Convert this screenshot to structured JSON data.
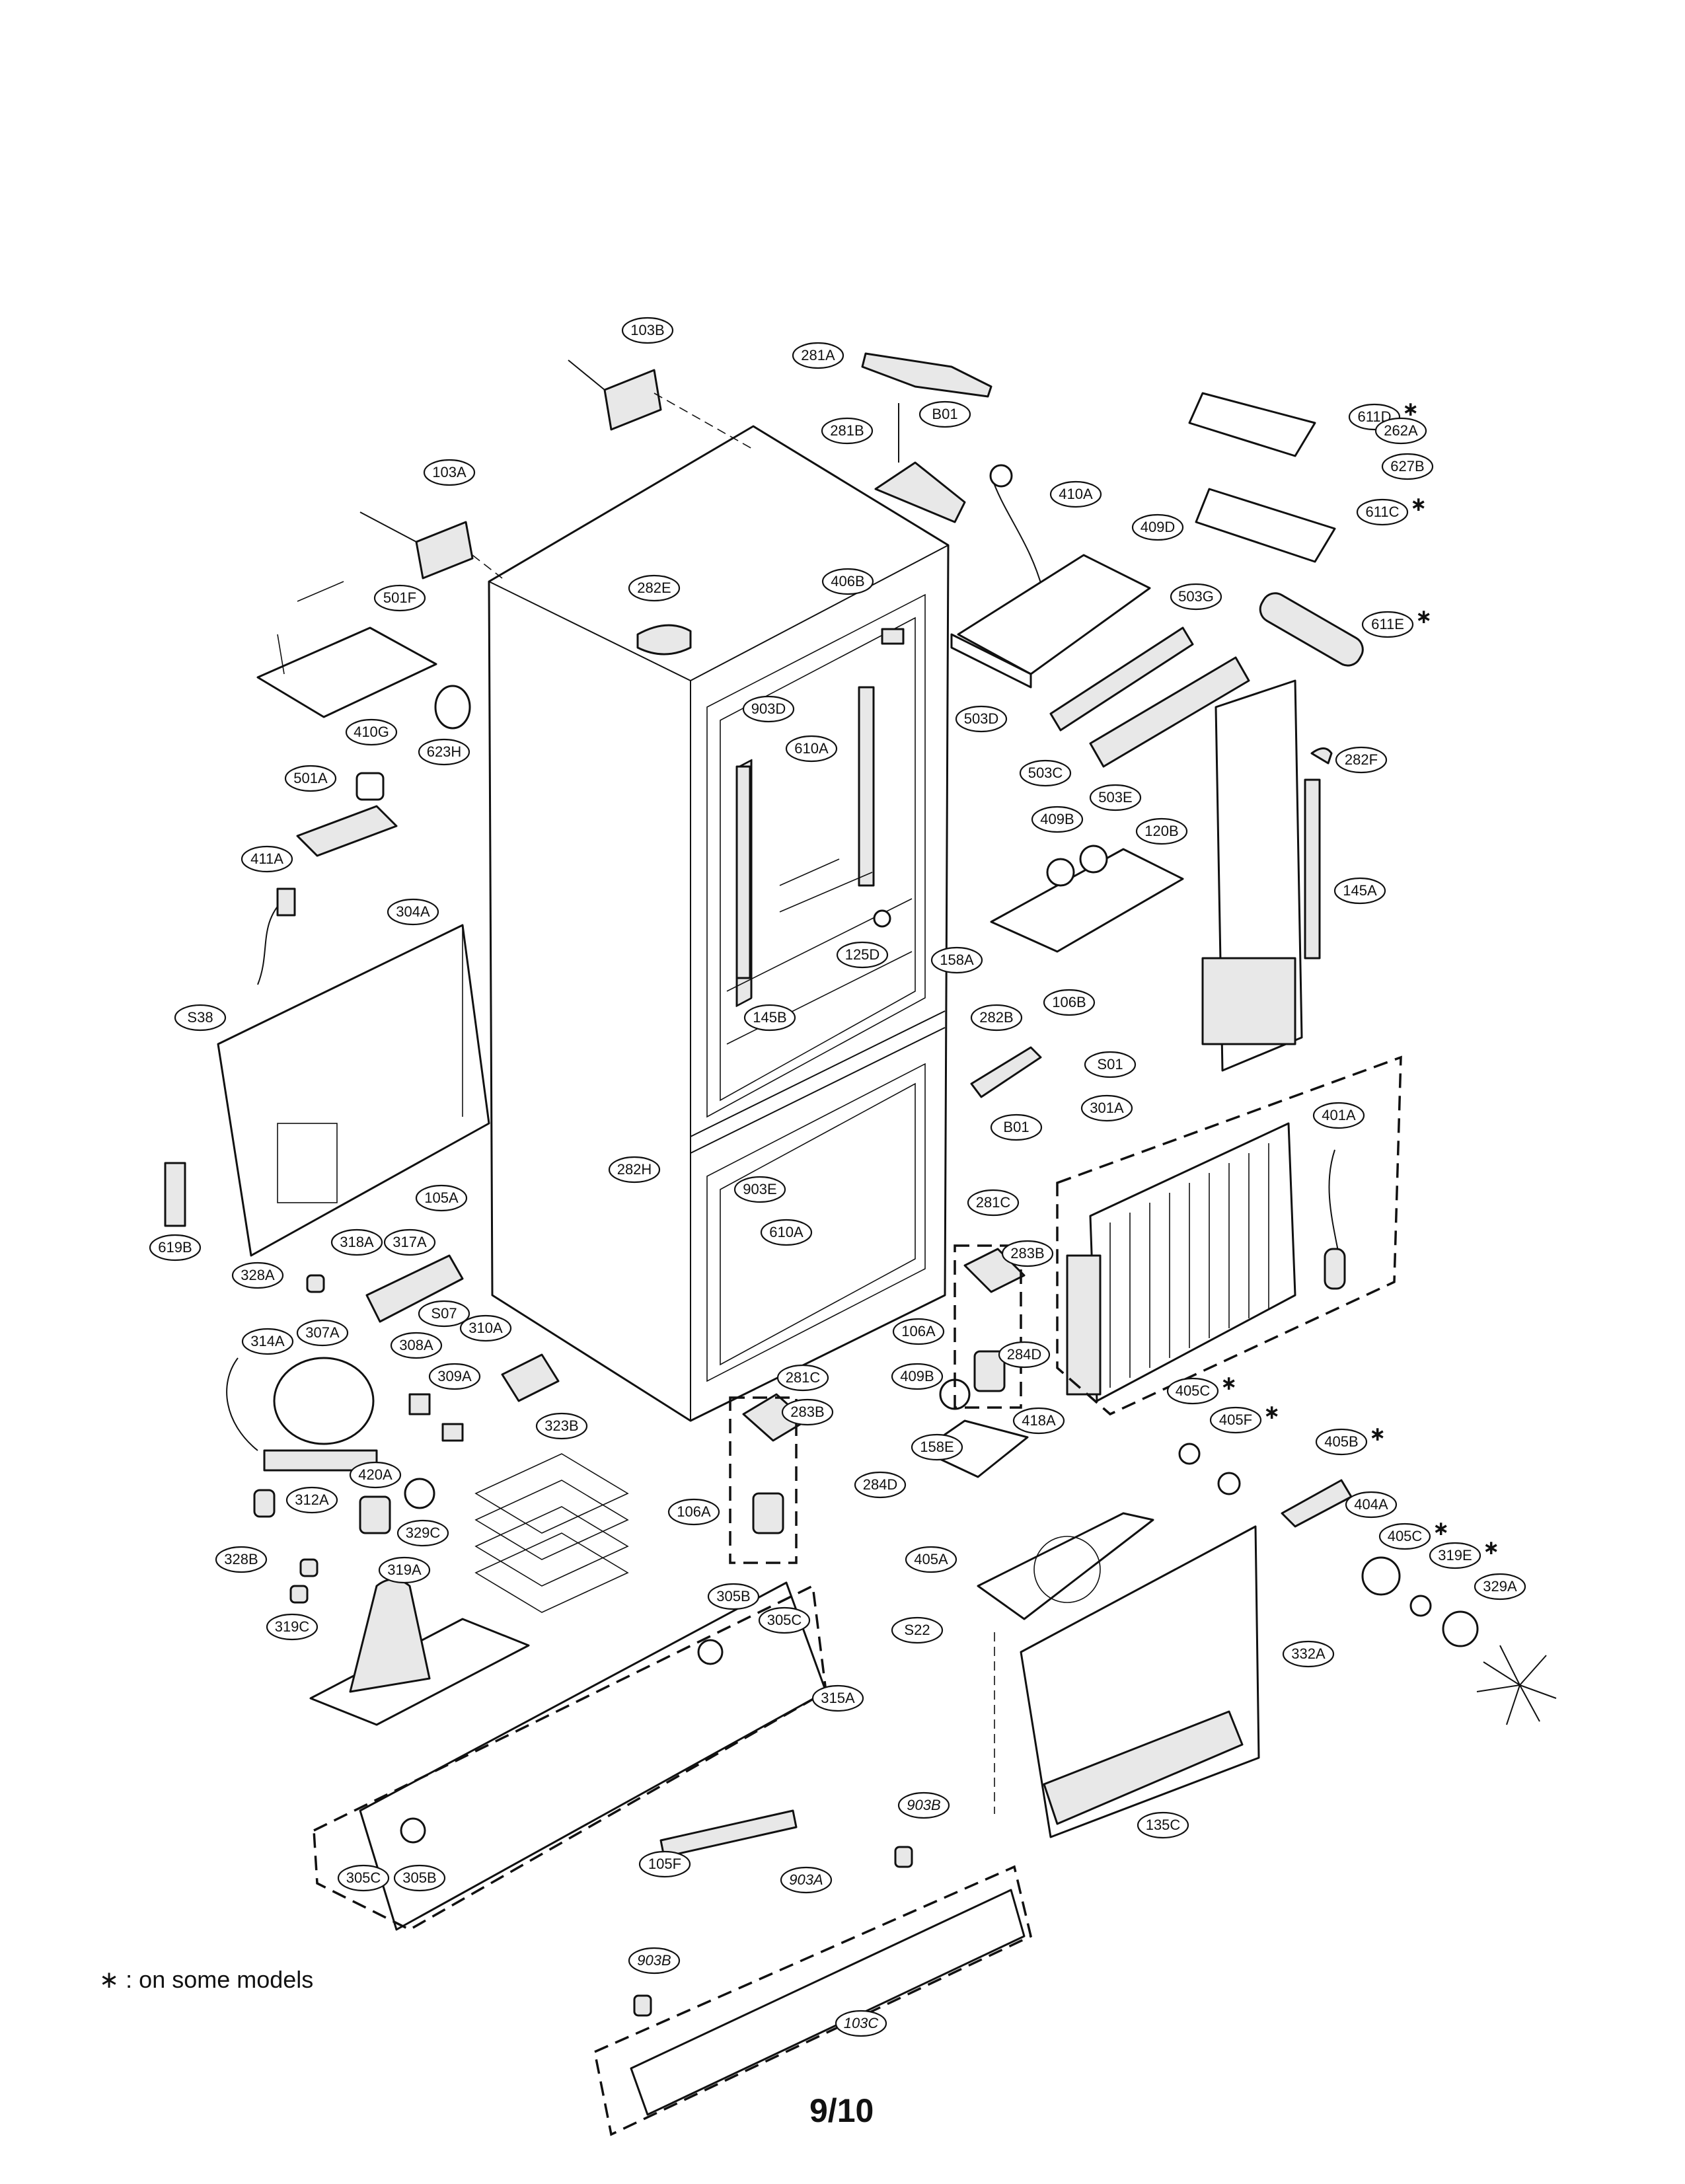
{
  "diagram": {
    "page_number": "9/10",
    "footnote": {
      "marker": "∗",
      "text": " : on some models"
    },
    "parts": [
      {
        "id": "103B"
      },
      {
        "id": "103A"
      },
      {
        "id": "501F"
      },
      {
        "id": "623H"
      },
      {
        "id": "410G"
      },
      {
        "id": "501A"
      },
      {
        "id": "411A"
      },
      {
        "id": "304A"
      },
      {
        "id": "S38"
      },
      {
        "id": "619B"
      },
      {
        "id": "282E"
      },
      {
        "id": "281A"
      },
      {
        "id": "B01"
      },
      {
        "id": "281B"
      },
      {
        "id": "410A"
      },
      {
        "id": "409D"
      },
      {
        "id": "406B"
      },
      {
        "id": "903D"
      },
      {
        "id": "610A"
      },
      {
        "id": "503G"
      },
      {
        "id": "503D"
      },
      {
        "id": "503C"
      },
      {
        "id": "503E"
      },
      {
        "id": "611D",
        "star": true
      },
      {
        "id": "262A"
      },
      {
        "id": "627B"
      },
      {
        "id": "611C",
        "star": true
      },
      {
        "id": "611E",
        "star": true
      },
      {
        "id": "282F"
      },
      {
        "id": "120B"
      },
      {
        "id": "145A"
      },
      {
        "id": "409B"
      },
      {
        "id": "158A"
      },
      {
        "id": "125D"
      },
      {
        "id": "145B"
      },
      {
        "id": "282B"
      },
      {
        "id": "106B"
      },
      {
        "id": "S01"
      },
      {
        "id": "B01"
      },
      {
        "id": "301A"
      },
      {
        "id": "401A"
      },
      {
        "id": "282H"
      },
      {
        "id": "903E"
      },
      {
        "id": "610A"
      },
      {
        "id": "105A"
      },
      {
        "id": "318A"
      },
      {
        "id": "317A"
      },
      {
        "id": "328A"
      },
      {
        "id": "S07"
      },
      {
        "id": "310A"
      },
      {
        "id": "314A"
      },
      {
        "id": "307A"
      },
      {
        "id": "308A"
      },
      {
        "id": "309A"
      },
      {
        "id": "312A"
      },
      {
        "id": "281C"
      },
      {
        "id": "283B"
      },
      {
        "id": "106A"
      },
      {
        "id": "284D"
      },
      {
        "id": "418A"
      },
      {
        "id": "409B"
      },
      {
        "id": "158E"
      },
      {
        "id": "281C"
      },
      {
        "id": "283B"
      },
      {
        "id": "284D"
      },
      {
        "id": "106A"
      },
      {
        "id": "323B"
      },
      {
        "id": "420A"
      },
      {
        "id": "329C"
      },
      {
        "id": "328B"
      },
      {
        "id": "319A"
      },
      {
        "id": "319C"
      },
      {
        "id": "305B"
      },
      {
        "id": "305C"
      },
      {
        "id": "315A"
      },
      {
        "id": "405C",
        "star": true
      },
      {
        "id": "405F",
        "star": true
      },
      {
        "id": "405B",
        "star": true
      },
      {
        "id": "404A"
      },
      {
        "id": "405C",
        "star": true
      },
      {
        "id": "319E",
        "star": true
      },
      {
        "id": "329A"
      },
      {
        "id": "405A"
      },
      {
        "id": "S22"
      },
      {
        "id": "332A"
      },
      {
        "id": "135C"
      },
      {
        "id": "105F"
      },
      {
        "id": "903B"
      },
      {
        "id": "903A"
      },
      {
        "id": "903B"
      },
      {
        "id": "103C"
      },
      {
        "id": "305C"
      },
      {
        "id": "305B"
      }
    ]
  }
}
